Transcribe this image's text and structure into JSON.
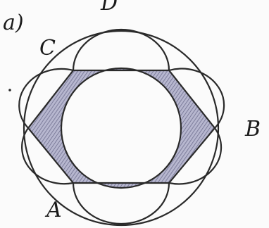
{
  "figure": {
    "part_label": "a)",
    "points": {
      "top": "D",
      "upper_left": "C",
      "right": "B",
      "lower_left": "A"
    }
  },
  "colors": {
    "line": "#2a2a2a",
    "shade": "#b7b7cf",
    "hatch": "#6f6f8f",
    "background": "#fbfbfb"
  }
}
